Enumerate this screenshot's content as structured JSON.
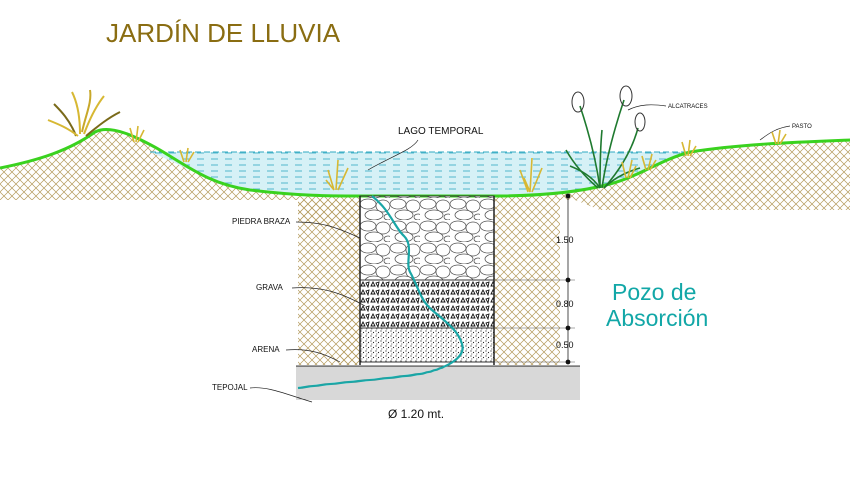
{
  "title": "JARDÍN DE LLUVIA",
  "labels": {
    "lago_temporal": "LAGO TEMPORAL",
    "alcatraces": "ALCATRACES",
    "pasto": "PASTO",
    "piedra_braza": "PIEDRA BRAZA",
    "grava": "GRAVA",
    "arena": "ARENA",
    "tepojal": "TEPOJAL"
  },
  "dimensions": {
    "layer_1": "1.50",
    "layer_2": "0.80",
    "layer_3": "0.50",
    "diameter": "Ø 1.20 mt."
  },
  "pozo": {
    "line1": "Pozo de",
    "line2": "Absorción"
  },
  "colors": {
    "title": "#8a6d12",
    "ground_line": "#3ad21f",
    "soil_hatch": "#b49a5c",
    "water_fill": "#d6f1f6",
    "water_dash": "#2fa9c2",
    "flow_line": "#1aa6a6",
    "pozo_text": "#12a7a7",
    "grass": "#d7b833",
    "plant_leaf": "#1f7a2f"
  }
}
